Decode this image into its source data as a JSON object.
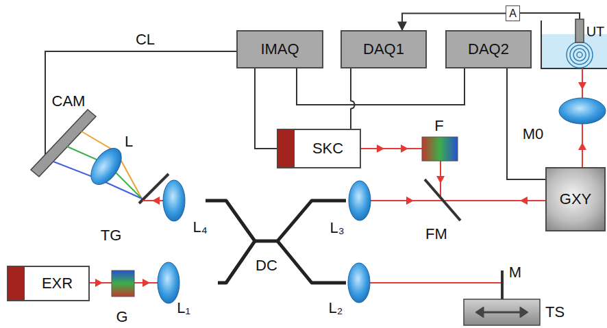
{
  "diagram": {
    "nodes": [
      {
        "text": [
          "IMAQ"
        ]
      },
      {
        "text": [
          "DAQ1"
        ]
      },
      {
        "text": [
          "DAQ2"
        ]
      },
      {
        "text": [
          "A"
        ]
      },
      {
        "text": [
          "SKC"
        ]
      },
      {
        "text": [
          "GXY"
        ]
      },
      {
        "text": [
          "EXR"
        ]
      }
    ],
    "edges": [
      {
        "from": 0,
        "to": 4,
        "arrow": "none"
      },
      {
        "from": 0,
        "to": 2,
        "arrow": "none"
      },
      {
        "from": 1,
        "to": 4,
        "arrow": "none"
      },
      {
        "from": 2,
        "to": 5,
        "arrow": "none"
      },
      {
        "from": 3,
        "to": 1,
        "arrow": "to"
      }
    ],
    "labels": [
      "CL",
      "CAM",
      "L",
      "TG",
      "L₄",
      "L₃",
      "L₁",
      "L₂",
      "DC",
      "F",
      "FM",
      "M",
      "TS",
      "G",
      "M0",
      "UT"
    ]
  }
}
